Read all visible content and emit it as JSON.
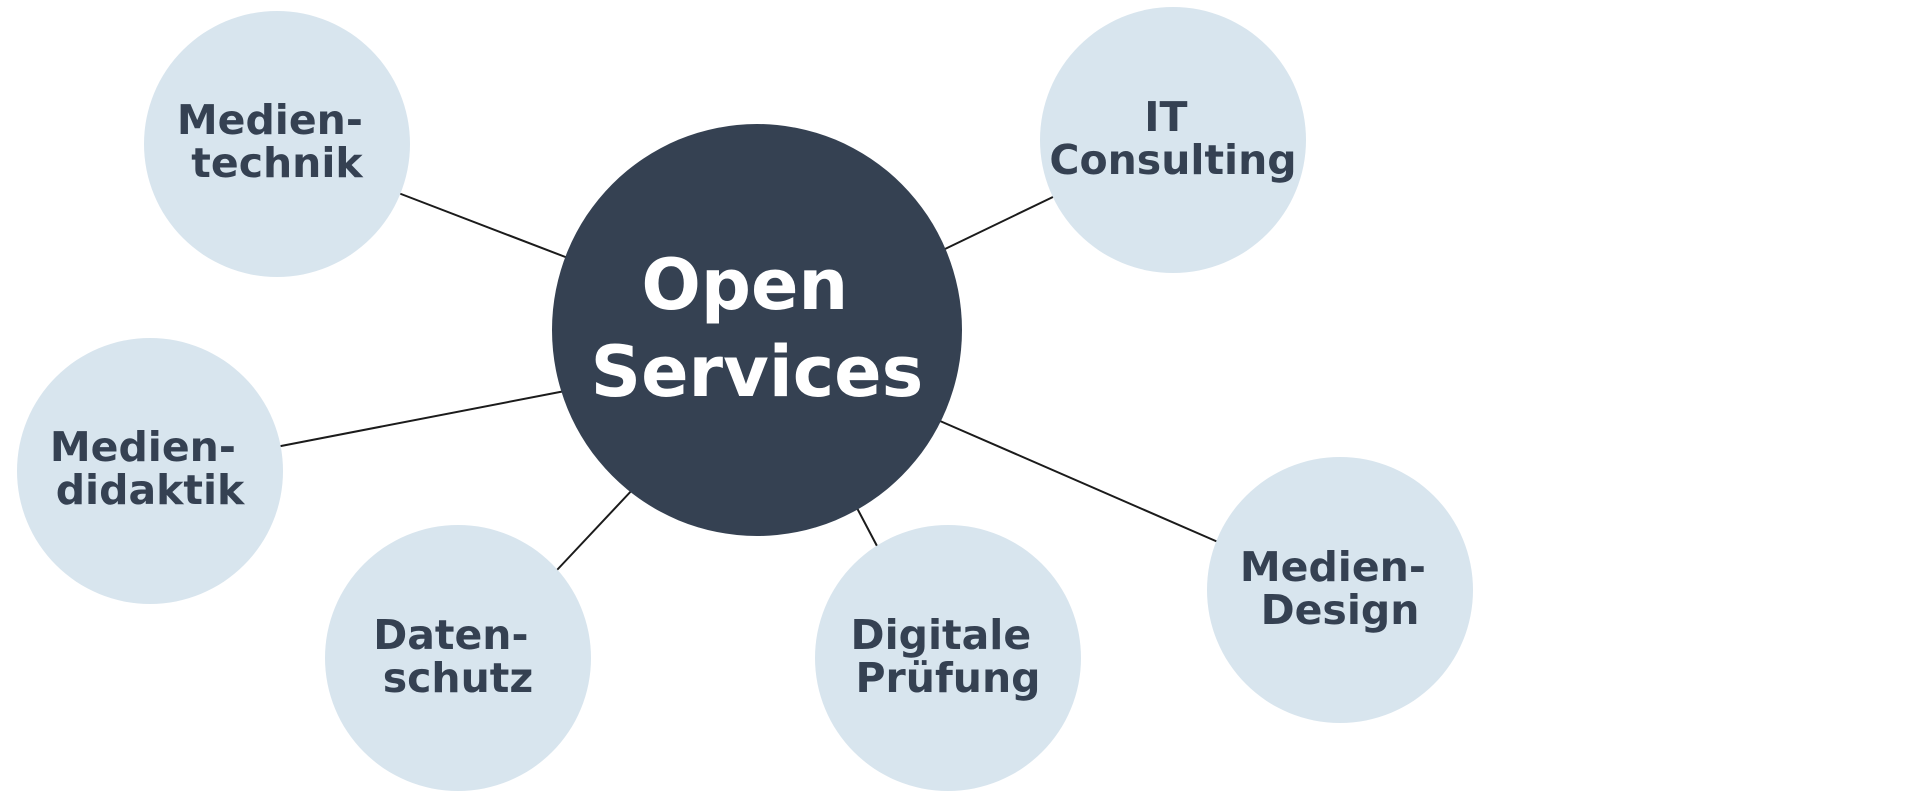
{
  "colors": {
    "background": "#ffffff",
    "center_fill": "#354152",
    "center_text": "#ffffff",
    "node_fill": "#d8e5ee",
    "node_text": "#354152",
    "connector": "#1b1b1b"
  },
  "center": {
    "lines": [
      "Open",
      "Services"
    ]
  },
  "nodes": [
    {
      "id": "medientechnik",
      "lines": [
        "Medien-",
        "technik"
      ]
    },
    {
      "id": "it-consulting",
      "lines": [
        "IT",
        "Consulting"
      ]
    },
    {
      "id": "mediendidaktik",
      "lines": [
        "Medien-",
        "didaktik"
      ]
    },
    {
      "id": "medien-design",
      "lines": [
        "Medien-",
        "Design"
      ]
    },
    {
      "id": "datenschutz",
      "lines": [
        "Daten-",
        "schutz"
      ]
    },
    {
      "id": "digitale-pruefung",
      "lines": [
        "Digitale",
        "Prüfung"
      ]
    }
  ]
}
